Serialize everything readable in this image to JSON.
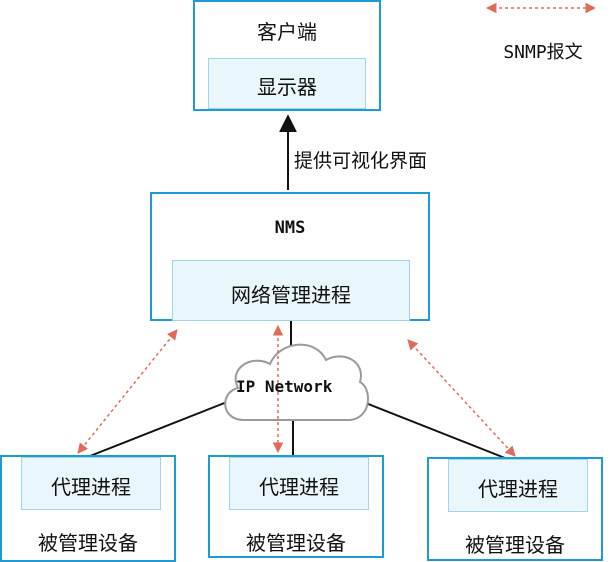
{
  "legend": {
    "label": "SNMP报文",
    "color": "#e06b5a"
  },
  "client": {
    "title": "客户端",
    "display": "显示器"
  },
  "arrow_label": "提供可视化界面",
  "nms": {
    "title": "NMS",
    "process": "网络管理进程"
  },
  "network": {
    "label": "IP Network"
  },
  "devices": [
    {
      "agent": "代理进程",
      "caption": "被管理设备"
    },
    {
      "agent": "代理进程",
      "caption": "被管理设备"
    },
    {
      "agent": "代理进程",
      "caption": "被管理设备"
    }
  ],
  "colors": {
    "box_border": "#1e9ad6",
    "inner_fill": "#e9f6fb",
    "inner_border": "#9fd6ea",
    "snmp": "#e06b5a"
  }
}
